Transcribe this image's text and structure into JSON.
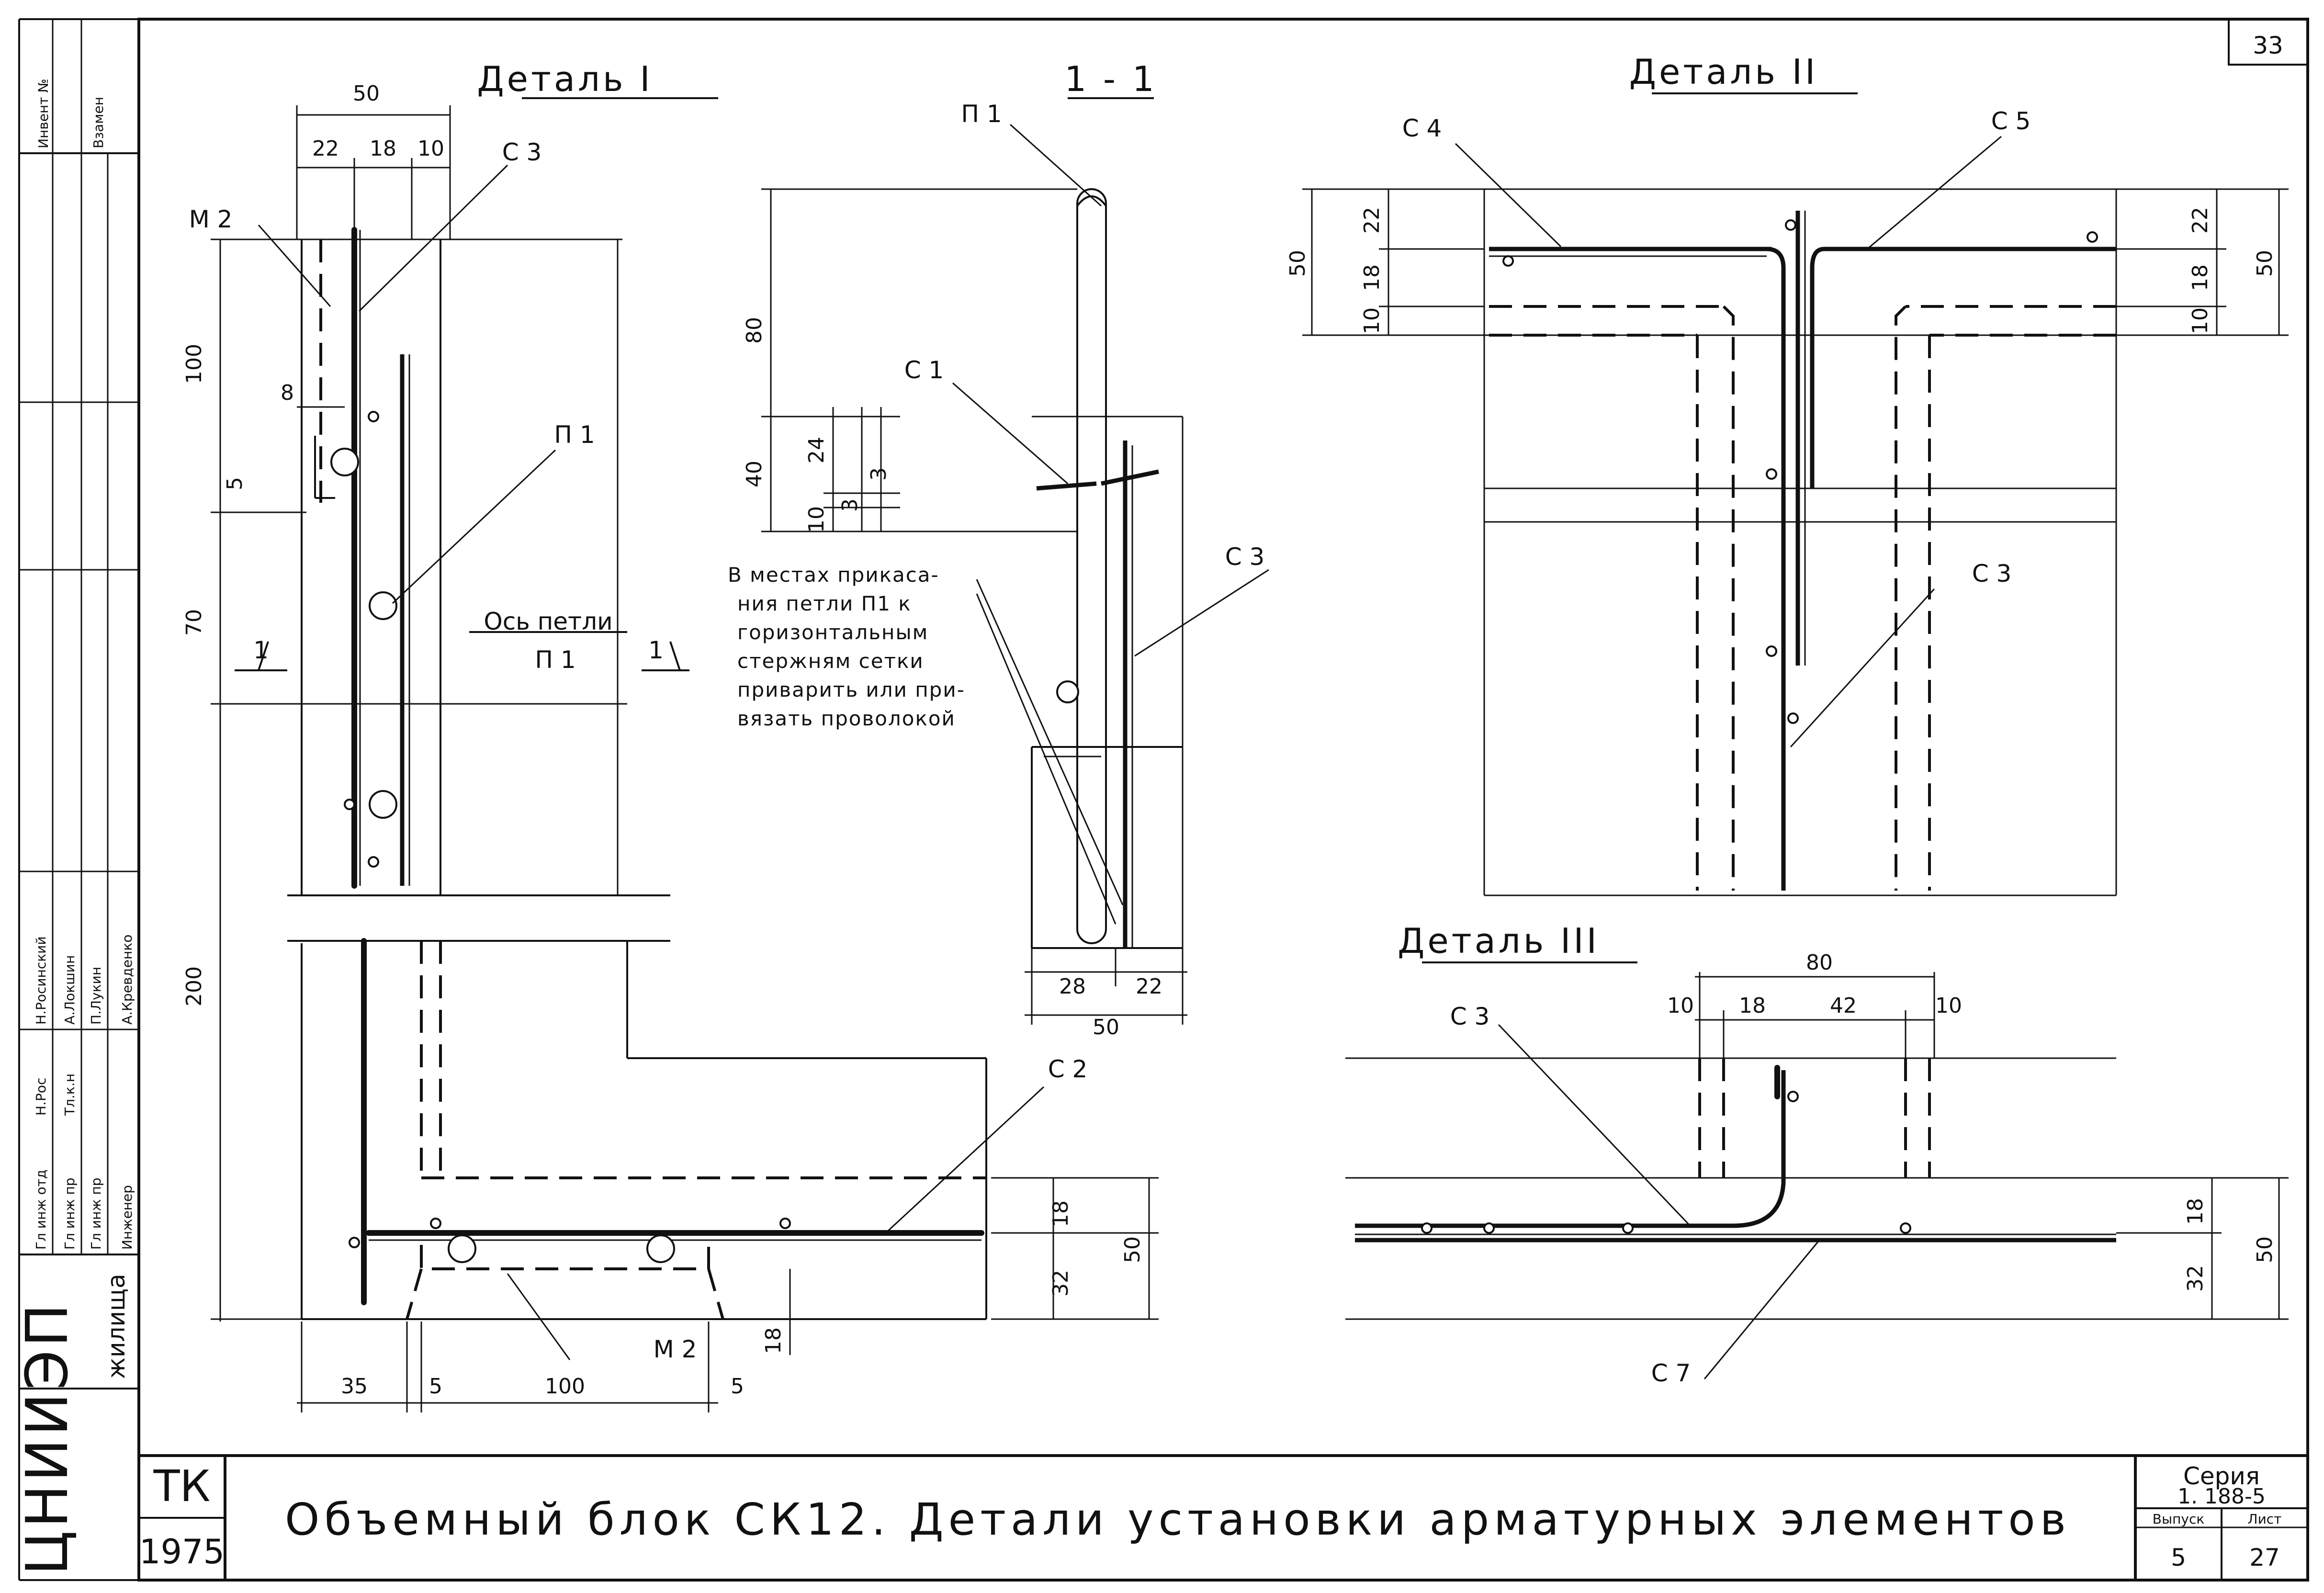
{
  "sheet": {
    "sheet_number": "33",
    "title": "Объемный блок СК12. Детали установки арматурных элементов",
    "org": "ЦНИИЭП",
    "org_suffix": "жилища",
    "tk": "ТК",
    "year": "1975",
    "series_label": "Серия",
    "series_value": "1. 188-5",
    "issue_label": "Выпуск",
    "issue_value": "5",
    "page_label": "Лист",
    "page_value": "27"
  },
  "stamp": {
    "top_cells": [
      "Инвент №",
      "Взамен"
    ],
    "roles": [
      "Гл инж отд",
      "Гл инж пр",
      "Гл инж пр",
      "Инженер"
    ],
    "names": [
      "Н.Росинский",
      "А.Локшин",
      "П.Лукин",
      "А.Кревденко"
    ],
    "prefixes": [
      "Н.Рос",
      "Тл.к.н"
    ]
  },
  "detail1": {
    "title": "Деталь I",
    "dims_top": [
      "50",
      "22",
      "18",
      "10"
    ],
    "dims_left": [
      "100",
      "8",
      "5",
      "70",
      "200"
    ],
    "dims_bottom": [
      "35",
      "5",
      "100",
      "5"
    ],
    "dims_right": [
      "18",
      "32",
      "50"
    ],
    "dim_m2_bottom": "18",
    "labels": {
      "m2_top": "М 2",
      "c3": "С 3",
      "p1": "П 1",
      "c2": "С 2",
      "m2_bottom": "М 2"
    },
    "axis_label": "Ось петли",
    "axis_sub": "П 1",
    "section_left": "1",
    "section_right": "1"
  },
  "section11": {
    "title": "1 - 1",
    "labels": {
      "p1": "П 1",
      "c1": "С 1",
      "c3": "С 3"
    },
    "dims_left": [
      "80",
      "40",
      "24",
      "10",
      "3",
      "3"
    ],
    "dims_bottom": [
      "28",
      "22",
      "50"
    ],
    "note": [
      "В местах прикаса-",
      "ния петли П1 к",
      "горизонтальным",
      "стержням сетки",
      "приварить или при-",
      "вязать проволокой"
    ]
  },
  "detail2": {
    "title": "Деталь II",
    "labels": {
      "c4": "С 4",
      "c5": "С 5",
      "c3": "С 3"
    },
    "dims_left": [
      "50",
      "22",
      "18",
      "10"
    ],
    "dims_right": [
      "22",
      "18",
      "10",
      "50"
    ]
  },
  "detail3": {
    "title": "Деталь III",
    "labels": {
      "c3": "С 3",
      "c7": "С 7"
    },
    "dims_top": [
      "80",
      "10",
      "18",
      "42",
      "10"
    ],
    "dims_right": [
      "18",
      "32",
      "50"
    ]
  }
}
